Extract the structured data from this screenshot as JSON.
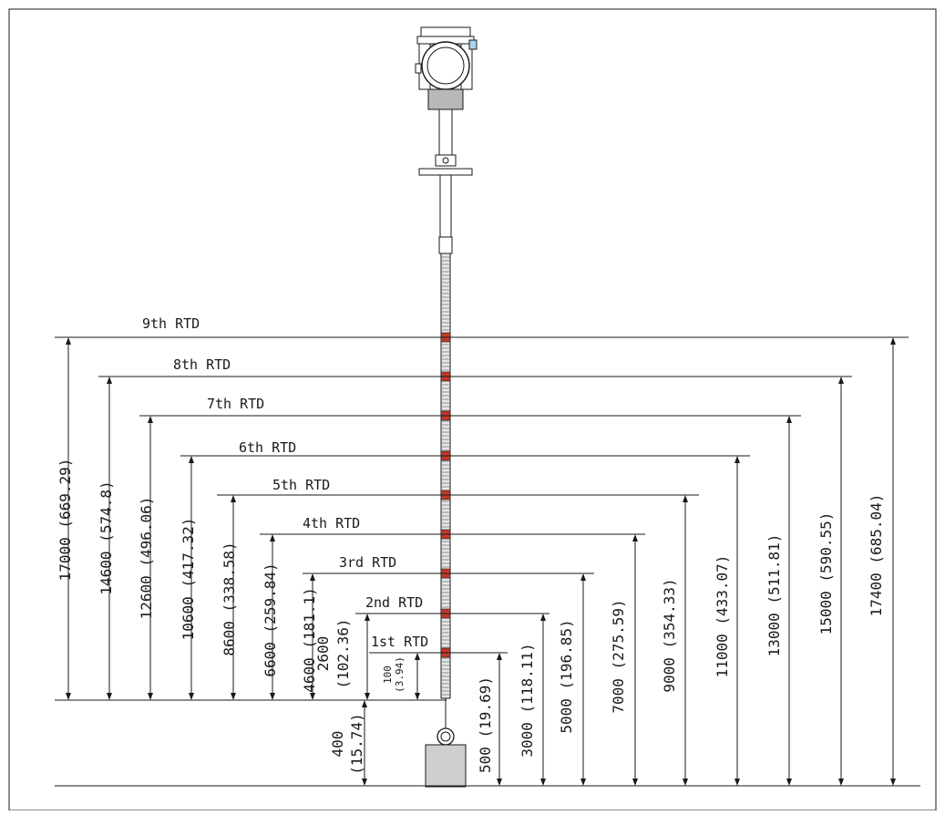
{
  "diagram": {
    "rtd_labels": [
      "1st RTD",
      "2nd RTD",
      "3rd RTD",
      "4th RTD",
      "5th RTD",
      "6th RTD",
      "7th RTD",
      "8th RTD",
      "9th RTD"
    ],
    "left_dimensions": [
      "100 (3.94)",
      "2600 (102.36)",
      "4600 (181.1)",
      "6600 (259.84)",
      "8600 (338.58)",
      "10600 (417.32)",
      "12600 (496.06)",
      "14600 (574.8)",
      "17000 (669.29)"
    ],
    "left_dim_100": {
      "value": "100",
      "paren": "(3.94)"
    },
    "left_dim_2600": {
      "value": "2600",
      "paren": "(102.36)"
    },
    "bottom_dimension": {
      "value": "400",
      "paren": "(15.74)"
    },
    "right_dimensions": [
      "500 (19.69)",
      "3000 (118.11)",
      "5000 (196.85)",
      "7000 (275.59)",
      "9000 (354.33)",
      "11000 (433.07)",
      "13000 (511.81)",
      "15000 (590.55)",
      "17400 (685.04)"
    ],
    "colors": {
      "line": "#1a1a1a",
      "transmitter_blue": "#a8d4ec",
      "neck_gray": "#b8b8b8",
      "weight_gray": "#cfcfcf",
      "rtd_marker": "#c0392b",
      "probe_gray": "#9a9a9a"
    },
    "icons": [
      "transmitter-head-icon",
      "weight-icon"
    ]
  }
}
